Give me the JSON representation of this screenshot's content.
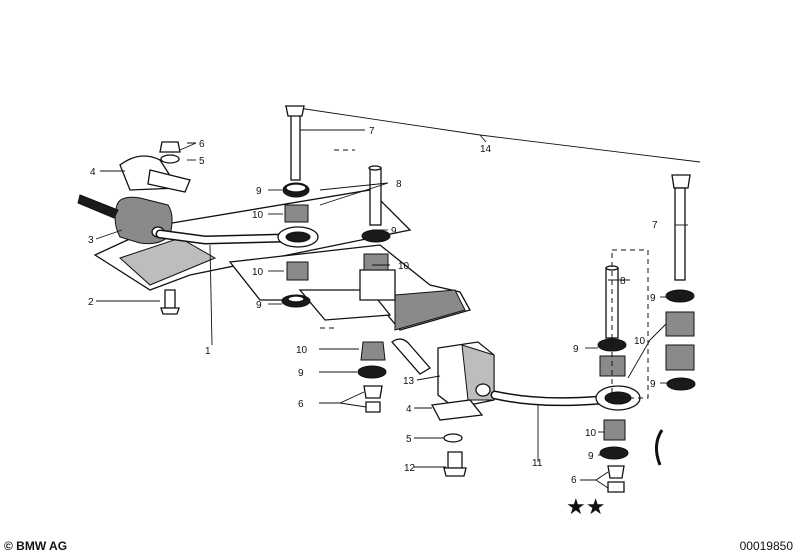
{
  "callouts": {
    "c1": "1",
    "c2": "2",
    "c3": "3",
    "c4a": "4",
    "c4b": "4",
    "c5a": "5",
    "c5b": "5",
    "c6a": "6",
    "c6b": "6",
    "c6c": "6",
    "c7a": "7",
    "c7b": "7",
    "c8a": "8",
    "c8b": "8",
    "c9a": "9",
    "c9b": "9",
    "c9c": "9",
    "c9d": "9",
    "c9e": "9",
    "c9f": "9",
    "c9g": "9",
    "c10a": "10",
    "c10b": "10",
    "c10c": "10",
    "c10d": "10",
    "c10e": "10",
    "c10f": "10",
    "c11": "11",
    "c12": "12",
    "c13": "13",
    "c14": "14"
  },
  "marks": {
    "stars": "★★"
  },
  "footer": {
    "brand": "© BMW AG",
    "doc_number": "00019850"
  },
  "colors": {
    "ink": "#111111",
    "paper": "#ffffff"
  }
}
